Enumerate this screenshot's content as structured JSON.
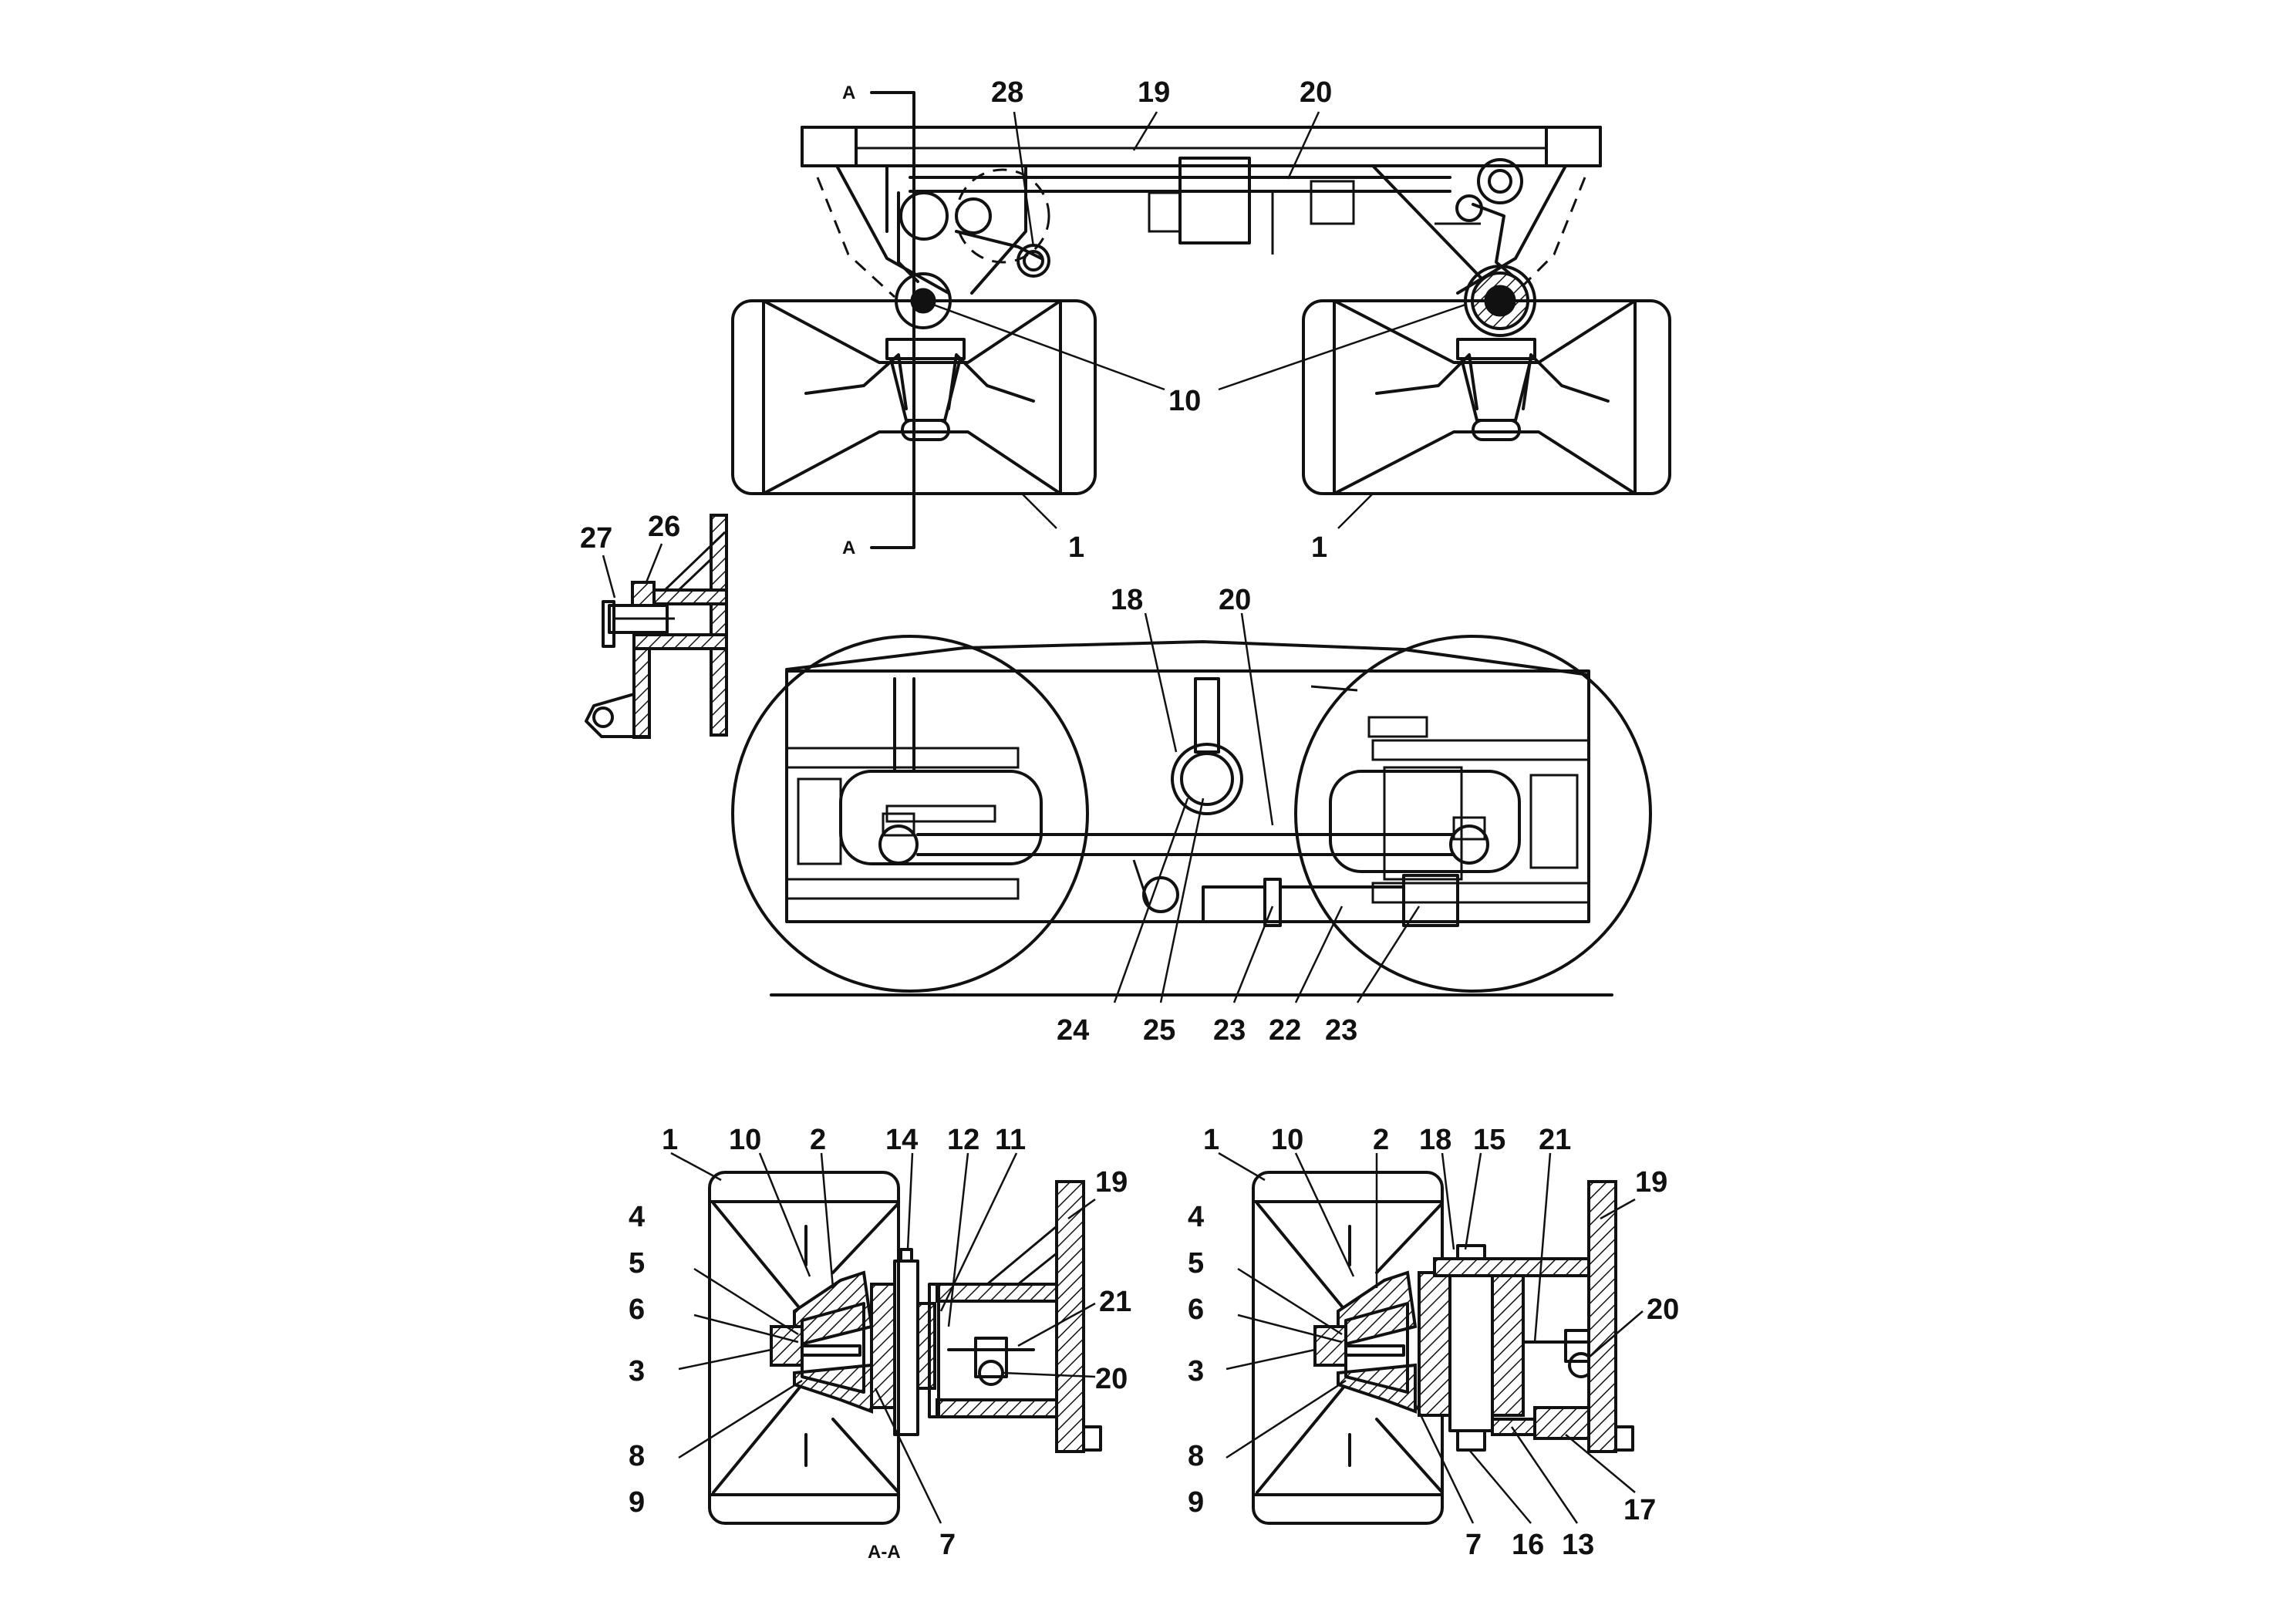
{
  "labels": {
    "top": {
      "a_upper": "A",
      "a_lower": "A",
      "n28": "28",
      "n19": "19",
      "n20": "20",
      "n10": "10",
      "n1_left": "1",
      "n1_right": "1"
    },
    "detail": {
      "n27": "27",
      "n26": "26"
    },
    "middle": {
      "n18": "18",
      "n20": "20",
      "n24": "24",
      "n25": "25",
      "n23a": "23",
      "n22": "22",
      "n23b": "23"
    },
    "section_left": {
      "n1": "1",
      "n10": "10",
      "n2": "2",
      "n14": "14",
      "n12": "12",
      "n11": "11",
      "n19": "19",
      "n4": "4",
      "n5": "5",
      "n6": "6",
      "n3": "3",
      "n8": "8",
      "n9": "9",
      "n21": "21",
      "n20": "20",
      "n7": "7",
      "caption": "A-A"
    },
    "section_right": {
      "n1": "1",
      "n10": "10",
      "n2": "2",
      "n18": "18",
      "n15": "15",
      "n21": "21",
      "n19": "19",
      "n4": "4",
      "n5": "5",
      "n6": "6",
      "n3": "3",
      "n8": "8",
      "n9": "9",
      "n20": "20",
      "n7": "7",
      "n16": "16",
      "n13": "13",
      "n17": "17"
    }
  }
}
